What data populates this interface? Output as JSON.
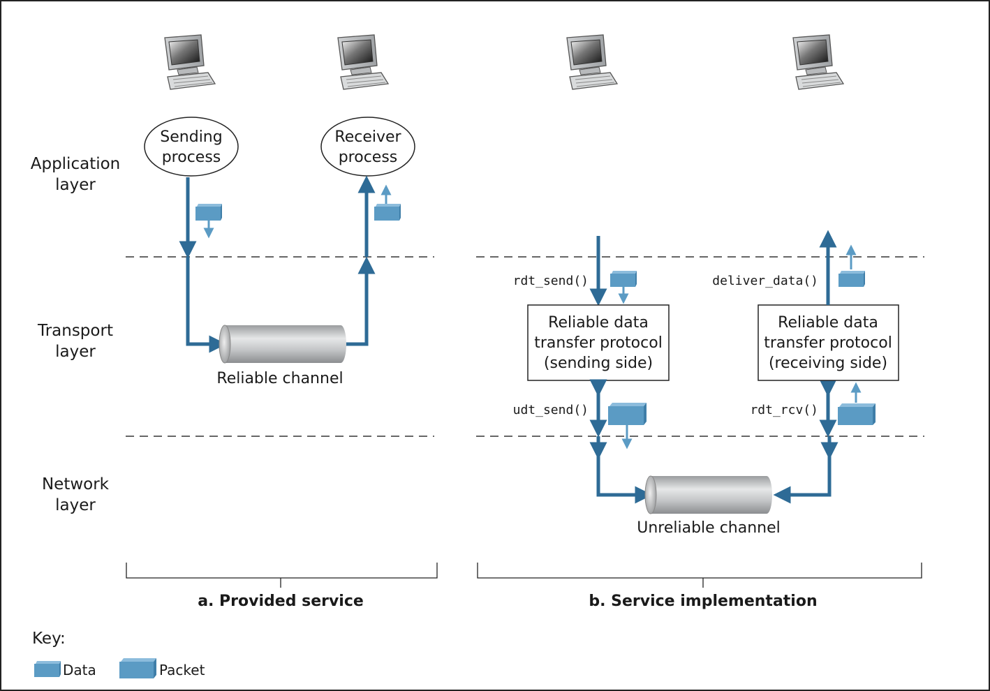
{
  "layers": {
    "application": [
      "Application",
      "layer"
    ],
    "transport": [
      "Transport",
      "layer"
    ],
    "network": [
      "Network",
      "layer"
    ]
  },
  "provided": {
    "sender": [
      "Sending",
      "process"
    ],
    "receiver": [
      "Receiver",
      "process"
    ],
    "channel": "Reliable channel",
    "caption": "a. Provided service"
  },
  "implementation": {
    "sending_box": [
      "Reliable data",
      "transfer protocol",
      "(sending side)"
    ],
    "receiving_box": [
      "Reliable data",
      "transfer protocol",
      "(receiving side)"
    ],
    "rdt_send": "rdt_send()",
    "udt_send": "udt_send()",
    "deliver_data": "deliver_data()",
    "rdt_rcv": "rdt_rcv()",
    "channel": "Unreliable channel",
    "caption": "b. Service implementation"
  },
  "key": {
    "title": "Key:",
    "data": "Data",
    "packet": "Packet"
  },
  "colors": {
    "arrow": "#2e6b96",
    "packet_front": "#5b9bc4",
    "packet_top": "#8cbcdc",
    "packet_side": "#3f7ea8"
  }
}
